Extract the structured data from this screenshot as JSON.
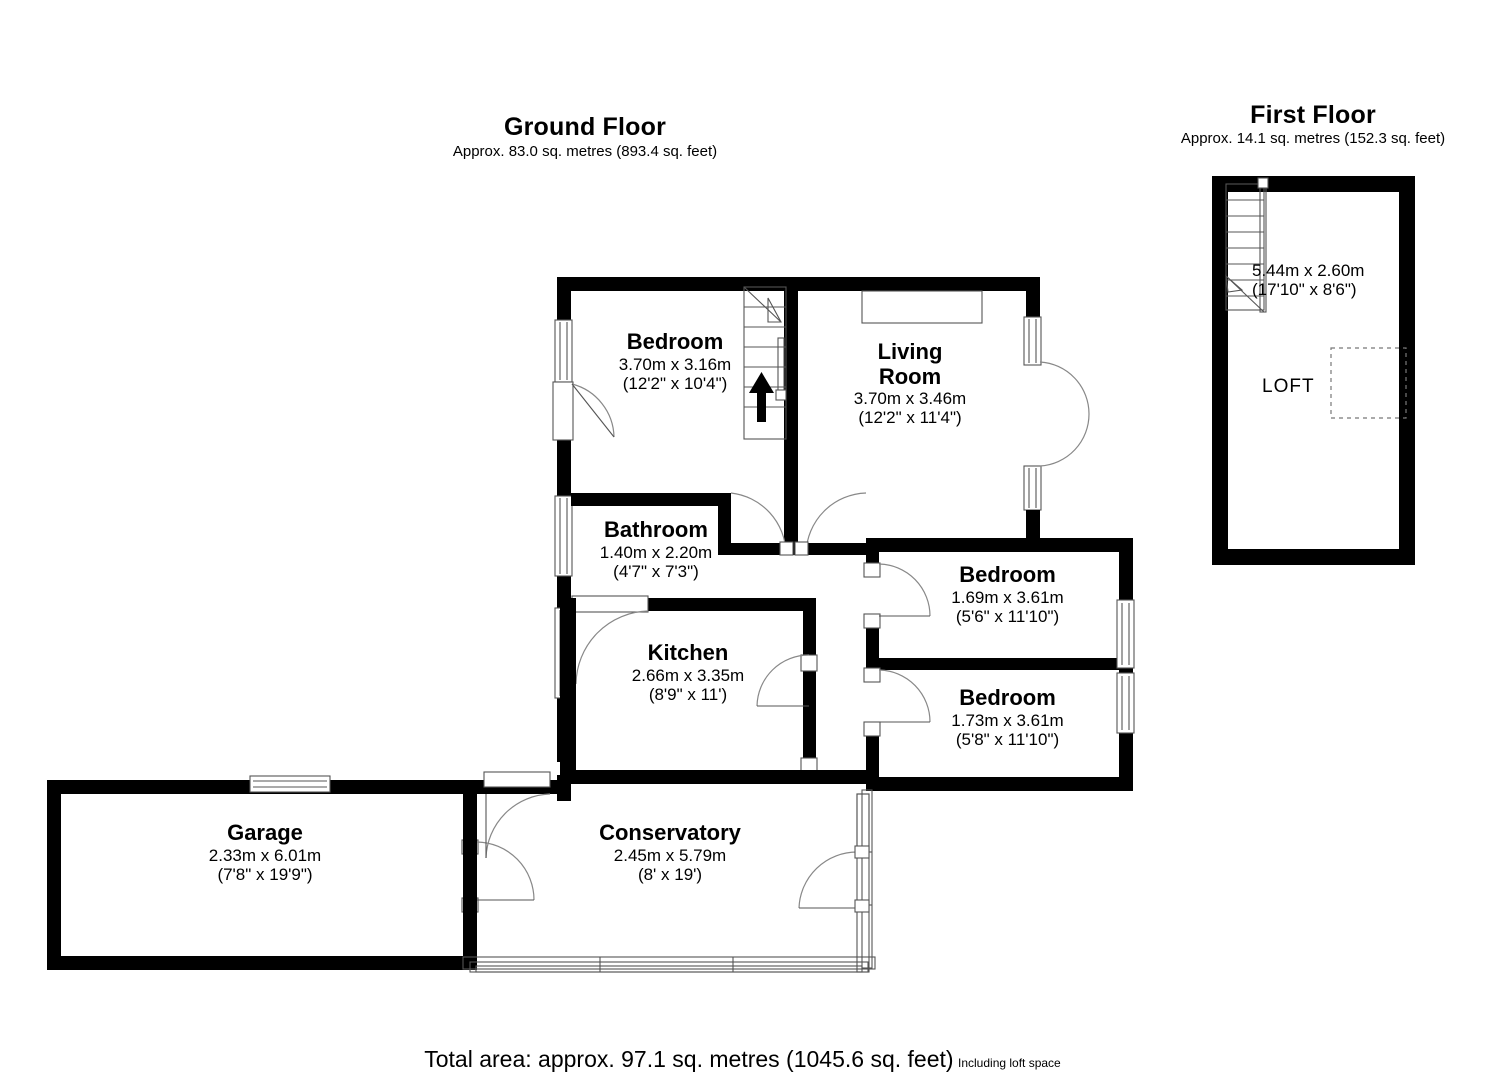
{
  "document": {
    "type": "floor-plan",
    "background": "#ffffff",
    "ink": "#000000"
  },
  "ground_floor": {
    "title": "Ground Floor",
    "subtitle": "Approx. 83.0 sq. metres (893.4 sq. feet)",
    "rooms": [
      {
        "name": "Bedroom",
        "metric": "3.70m x 3.16m",
        "imperial": "(12'2\" x 10'4\")"
      },
      {
        "name": "Living Room",
        "name_line1": "Living",
        "name_line2": "Room",
        "metric": "3.70m x 3.46m",
        "imperial": "(12'2\" x 11'4\")"
      },
      {
        "name": "Bathroom",
        "metric": "1.40m x 2.20m",
        "imperial": "(4'7\" x 7'3\")"
      },
      {
        "name": "Kitchen",
        "metric": "2.66m x 3.35m",
        "imperial": "(8'9\" x 11')"
      },
      {
        "name": "Bedroom",
        "metric": "1.69m x 3.61m",
        "imperial": "(5'6\" x 11'10\")"
      },
      {
        "name": "Bedroom",
        "metric": "1.73m x 3.61m",
        "imperial": "(5'8\" x 11'10\")"
      },
      {
        "name": "Garage",
        "metric": "2.33m x 6.01m",
        "imperial": "(7'8\" x 19'9\")"
      },
      {
        "name": "Conservatory",
        "metric": "2.45m x 5.79m",
        "imperial": "(8' x 19')"
      }
    ],
    "stair_direction_icon": "up-arrow-icon"
  },
  "first_floor": {
    "title": "First Floor",
    "subtitle": "Approx. 14.1 sq. metres (152.3 sq. feet)",
    "loft_label": "LOFT",
    "loft_metric": "5.44m x 2.60m",
    "loft_imperial": "(17'10\" x 8'6\")"
  },
  "footer": {
    "total": "Total area: approx. 97.1 sq. metres (1045.6 sq. feet)",
    "note": "Including loft space"
  }
}
